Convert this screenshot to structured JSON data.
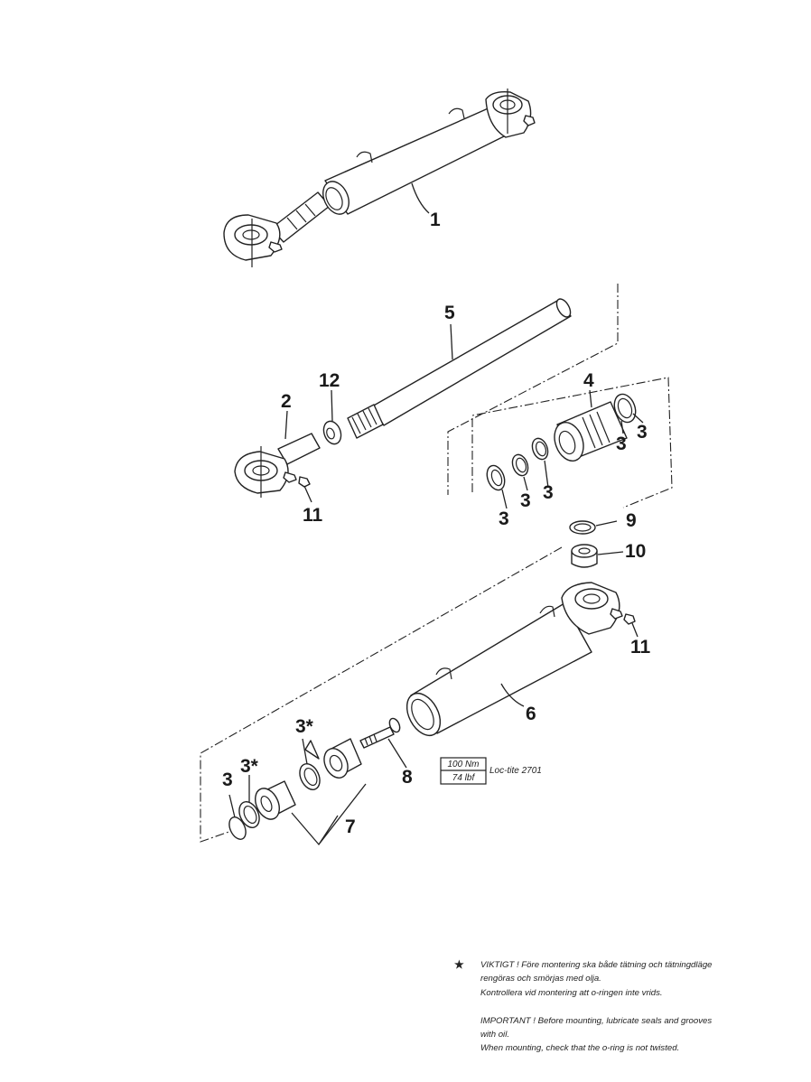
{
  "callouts": {
    "c1": "1",
    "c2": "2",
    "c3a": "3",
    "c3b": "3",
    "c3c": "3",
    "c3d": "3",
    "c3e": "3",
    "c3f": "3",
    "c3star1": "3*",
    "c3star2": "3*",
    "c4": "4",
    "c5": "5",
    "c6": "6",
    "c7": "7",
    "c8": "8",
    "c9": "9",
    "c10": "10",
    "c11a": "11",
    "c11b": "11",
    "c12": "12"
  },
  "torque": {
    "nm": "100 Nm",
    "lbf": "74 lbf",
    "loctite": "Loc-tite 2701"
  },
  "notes": {
    "star": "★",
    "sv_1": "VIKTIGT !  Före montering ska både tätning och tätningdläge",
    "sv_2": "rengöras och smörjas med olja.",
    "sv_3": "Kontrollera vid montering att o-ringen inte vrids.",
    "en_1": "IMPORTANT !  Before mounting, lubricate seals and grooves",
    "en_2": "with oil.",
    "en_3": "When mounting, check that the o-ring is not twisted."
  }
}
